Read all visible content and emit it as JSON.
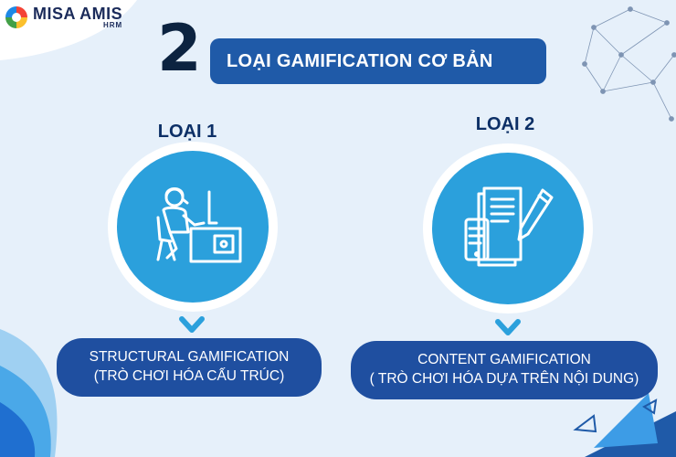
{
  "brand": {
    "name": "MISA AMIS",
    "sub": "HRM",
    "logo_icon": "misa-logo-icon"
  },
  "header": {
    "number": "2",
    "title": "LOẠI GAMIFICATION CƠ BẢN"
  },
  "types": [
    {
      "label": "LOẠI 1",
      "icon": "office-worker-icon",
      "line1": "STRUCTURAL GAMIFICATION",
      "line2": "(TRÒ CHƠI HÓA CẤU TRÚC)"
    },
    {
      "label": "LOẠI 2",
      "icon": "content-document-icon",
      "line1": "CONTENT GAMIFICATION",
      "line2": "( TRÒ CHƠI HÓA DỰA TRÊN NỘI DUNG)"
    }
  ],
  "colors": {
    "background": "#e6f0fa",
    "title_bar": "#1f5aa8",
    "circle": "#2ba0dc",
    "pill": "#1f4fa0",
    "dark_text": "#0c2f66"
  }
}
